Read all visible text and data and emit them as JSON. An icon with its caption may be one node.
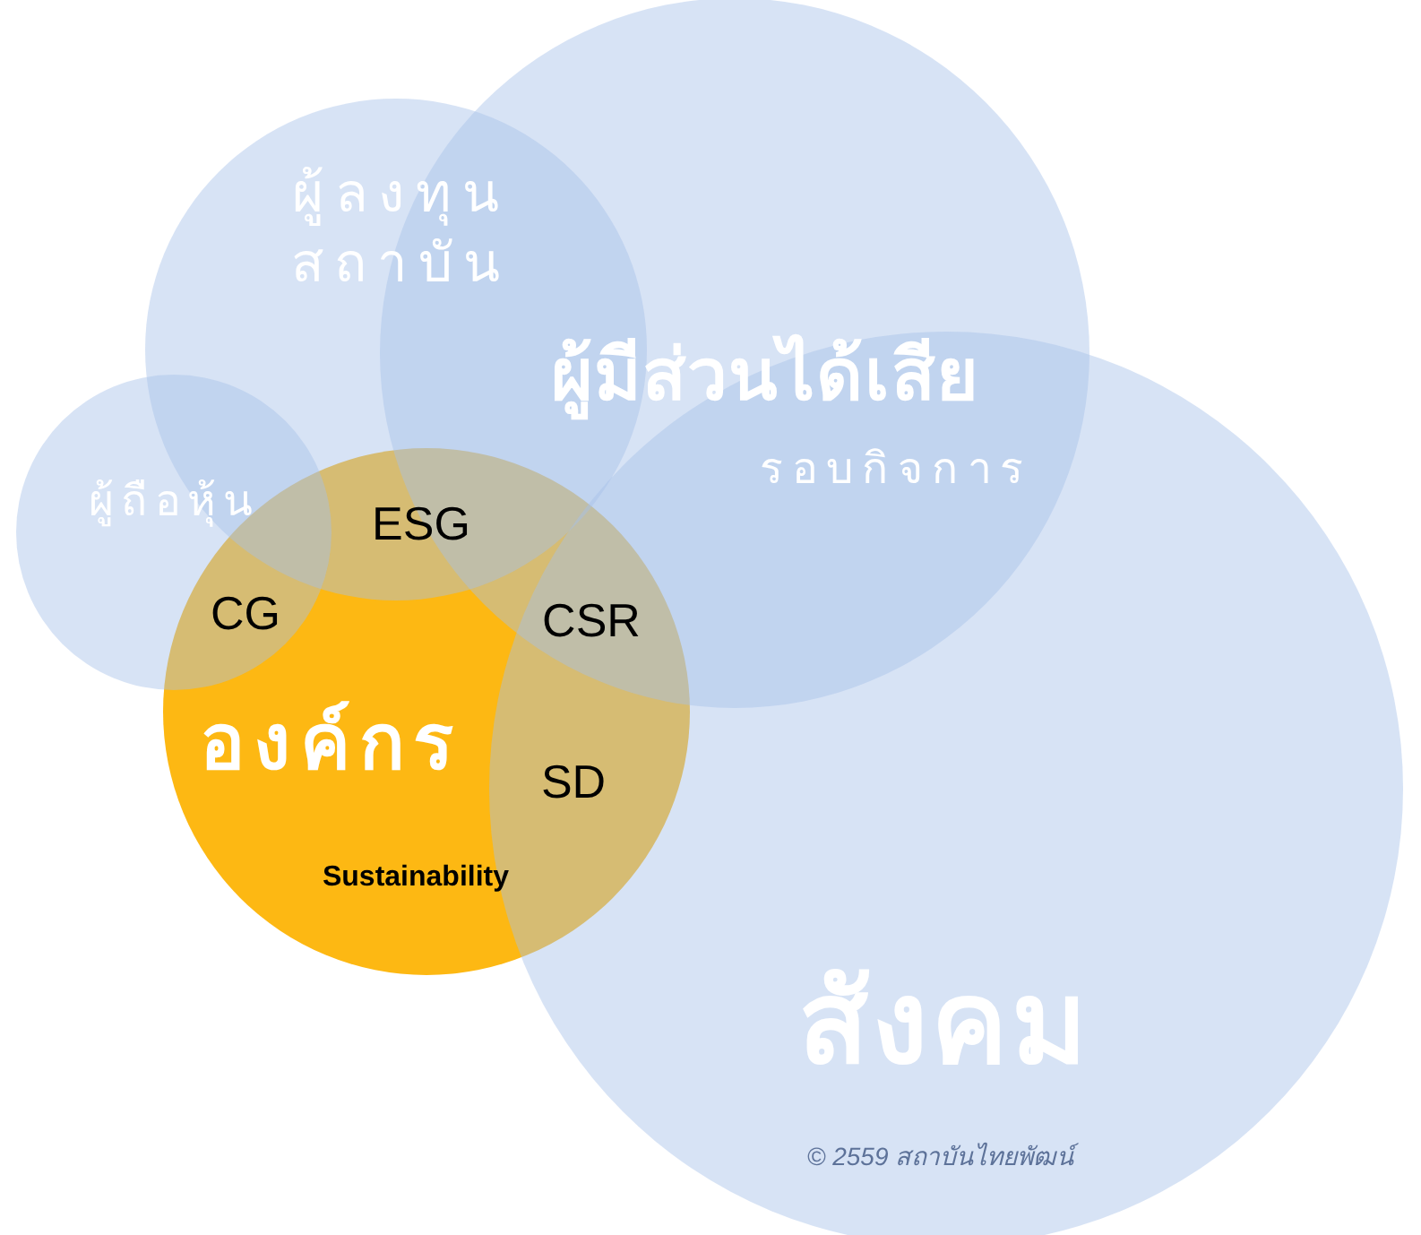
{
  "diagram": {
    "nodes": [
      {
        "text": [
          "ผู้ลงทุนสถาบัน"
        ]
      },
      {
        "text": [
          "ผู้มีส่วนได้เสีย",
          "รอบกิจการ"
        ]
      },
      {
        "text": [
          "ผู้ถือหุ้น"
        ]
      },
      {
        "text": [
          "องค์กร"
        ]
      },
      {
        "text": [
          "สังคม"
        ]
      }
    ],
    "edges": [],
    "labels": [
      "ESG",
      "CG",
      "CSR",
      "SD",
      "Sustainability",
      "© 2559 สถาบันไทยพัฒน์"
    ]
  }
}
